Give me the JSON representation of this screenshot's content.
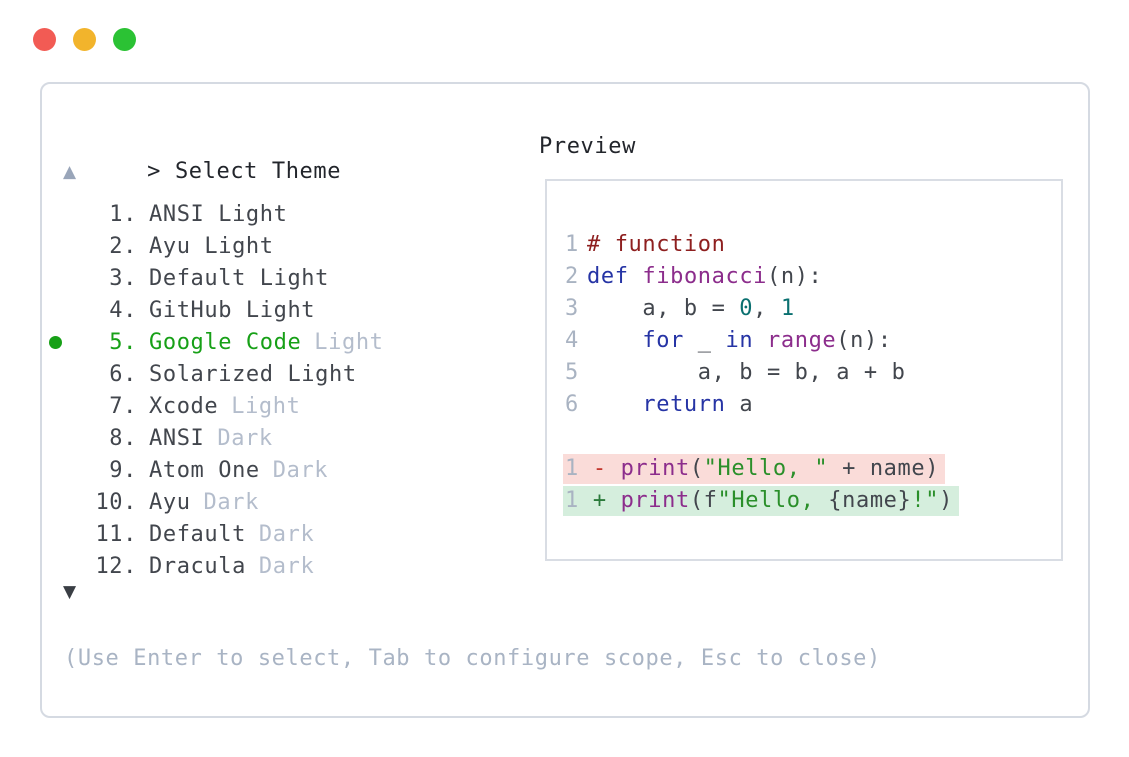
{
  "window": {
    "controls": [
      {
        "name": "close",
        "color": "#f25b54"
      },
      {
        "name": "minimize",
        "color": "#f2b42c"
      },
      {
        "name": "maximize",
        "color": "#2bc234"
      }
    ]
  },
  "prompt": {
    "caret": ">",
    "title": "Select Theme"
  },
  "scroll": {
    "up_symbol": "▲",
    "down_symbol": "▼"
  },
  "themes": [
    {
      "number": "1.",
      "name": "ANSI Light",
      "dim": "",
      "selected": false
    },
    {
      "number": "2.",
      "name": "Ayu Light",
      "dim": "",
      "selected": false
    },
    {
      "number": "3.",
      "name": "Default Light",
      "dim": "",
      "selected": false
    },
    {
      "number": "4.",
      "name": "GitHub Light",
      "dim": "",
      "selected": false
    },
    {
      "number": "5.",
      "name": "Google Code",
      "dim": "Light",
      "selected": true
    },
    {
      "number": "6.",
      "name": "Solarized Light",
      "dim": "",
      "selected": false
    },
    {
      "number": "7.",
      "name": "Xcode",
      "dim": "Light",
      "selected": false
    },
    {
      "number": "8.",
      "name": "ANSI",
      "dim": "Dark",
      "selected": false
    },
    {
      "number": "9.",
      "name": "Atom One",
      "dim": "Dark",
      "selected": false
    },
    {
      "number": "10.",
      "name": "Ayu",
      "dim": "Dark",
      "selected": false
    },
    {
      "number": "11.",
      "name": "Default",
      "dim": "Dark",
      "selected": false
    },
    {
      "number": "12.",
      "name": "Dracula",
      "dim": "Dark",
      "selected": false
    }
  ],
  "preview": {
    "label": "Preview",
    "code_lines": [
      {
        "num": "1",
        "tokens": [
          {
            "text": "# function",
            "type": "comment"
          }
        ]
      },
      {
        "num": "2",
        "tokens": [
          {
            "text": "def",
            "type": "keyword"
          },
          {
            "text": " ",
            "type": "plain"
          },
          {
            "text": "fibonacci",
            "type": "function"
          },
          {
            "text": "(n):",
            "type": "plain"
          }
        ]
      },
      {
        "num": "3",
        "tokens": [
          {
            "text": "    a, b = ",
            "type": "plain"
          },
          {
            "text": "0",
            "type": "number"
          },
          {
            "text": ", ",
            "type": "plain"
          },
          {
            "text": "1",
            "type": "number"
          }
        ]
      },
      {
        "num": "4",
        "tokens": [
          {
            "text": "    ",
            "type": "plain"
          },
          {
            "text": "for",
            "type": "keyword"
          },
          {
            "text": " _ ",
            "type": "plain"
          },
          {
            "text": "in",
            "type": "keyword"
          },
          {
            "text": " ",
            "type": "plain"
          },
          {
            "text": "range",
            "type": "function"
          },
          {
            "text": "(n):",
            "type": "plain"
          }
        ]
      },
      {
        "num": "5",
        "tokens": [
          {
            "text": "        a, b = b, a + b",
            "type": "plain"
          }
        ]
      },
      {
        "num": "6",
        "tokens": [
          {
            "text": "    ",
            "type": "plain"
          },
          {
            "text": "return",
            "type": "keyword"
          },
          {
            "text": " a",
            "type": "plain"
          }
        ]
      }
    ],
    "diff_lines": [
      {
        "num": "1",
        "kind": "removed",
        "marker": "-",
        "tokens": [
          {
            "text": "print",
            "type": "function"
          },
          {
            "text": "(",
            "type": "plain"
          },
          {
            "text": "\"Hello, \"",
            "type": "string"
          },
          {
            "text": " + name)",
            "type": "plain"
          }
        ]
      },
      {
        "num": "1",
        "kind": "added",
        "marker": "+",
        "tokens": [
          {
            "text": "print",
            "type": "function"
          },
          {
            "text": "(f",
            "type": "plain"
          },
          {
            "text": "\"Hello, ",
            "type": "string"
          },
          {
            "text": "{name}",
            "type": "plain"
          },
          {
            "text": "!\"",
            "type": "string"
          },
          {
            "text": ")",
            "type": "plain"
          }
        ]
      }
    ]
  },
  "footer": {
    "hint": "(Use Enter to select, Tab to configure scope, Esc to close)"
  },
  "colors": {
    "title_text": "#22252b",
    "list_text": "#42464d",
    "dim_text": "#b4bdcc",
    "selected_green": "#17a017",
    "line_number": "#a9b3c2",
    "comment": "#8e1f1f",
    "keyword": "#2634a5",
    "function_name": "#8c2d8c",
    "numeric": "#0a7070",
    "string": "#2a8f2a",
    "removed_bg": "#fadcd9",
    "added_bg": "#d5eedd",
    "removed_marker": "#c3372e",
    "added_marker": "#2b7a3b",
    "panel_border": "#d5dae2",
    "preview_border": "#d9dde4",
    "hint_text": "#a9b4c4",
    "scroll_up": "#99a5b9",
    "scroll_down": "#3a3e44",
    "traffic_red": "#f25b54",
    "traffic_yellow": "#f2b42c",
    "traffic_green": "#2bc234"
  }
}
